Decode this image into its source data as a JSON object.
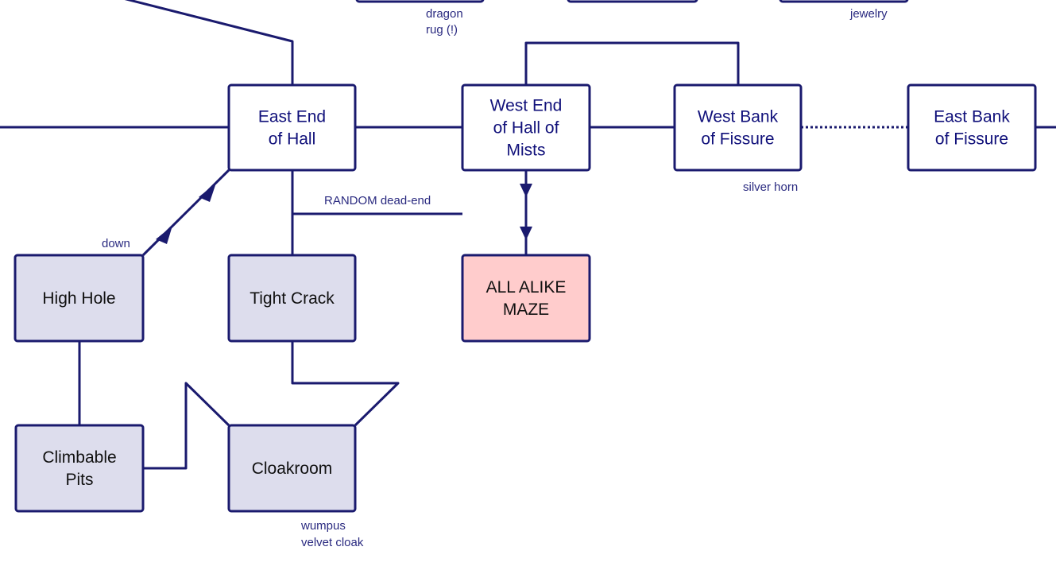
{
  "colors": {
    "line": "#1a1a6e",
    "room_fill_default": "#ffffff",
    "room_fill_visited": "#dddded",
    "room_fill_maze": "#ffcccc",
    "room_text_default": "#10107a",
    "room_text_dark": "#111111",
    "note_text": "#2a2a80"
  },
  "rooms": [
    {
      "id": "top-box-1",
      "lines": []
    },
    {
      "id": "top-box-2",
      "lines": []
    },
    {
      "id": "top-box-3",
      "lines": []
    },
    {
      "id": "east-end-of-hall",
      "lines": [
        "East End",
        "of Hall"
      ]
    },
    {
      "id": "west-end-of-hall-of-mists",
      "lines": [
        "West End",
        "of Hall of",
        "Mists"
      ]
    },
    {
      "id": "west-bank-of-fissure",
      "lines": [
        "West Bank",
        "of Fissure"
      ]
    },
    {
      "id": "east-bank-of-fissure",
      "lines": [
        "East Bank",
        "of Fissure"
      ]
    },
    {
      "id": "high-hole",
      "lines": [
        "High Hole"
      ]
    },
    {
      "id": "tight-crack",
      "lines": [
        "Tight Crack"
      ]
    },
    {
      "id": "all-alike-maze",
      "lines": [
        "ALL ALIKE",
        "MAZE"
      ]
    },
    {
      "id": "climbable-pits",
      "lines": [
        "Climbable",
        "Pits"
      ]
    },
    {
      "id": "cloakroom",
      "lines": [
        "Cloakroom"
      ]
    }
  ],
  "notes": {
    "dragon": [
      "dragon",
      "rug (!)"
    ],
    "jewelry": [
      "jewelry"
    ],
    "silver_horn": [
      "silver horn"
    ],
    "random_dead_end": [
      "RANDOM dead-end"
    ],
    "down": [
      "down"
    ],
    "wumpus": [
      "wumpus",
      "velvet cloak"
    ]
  }
}
